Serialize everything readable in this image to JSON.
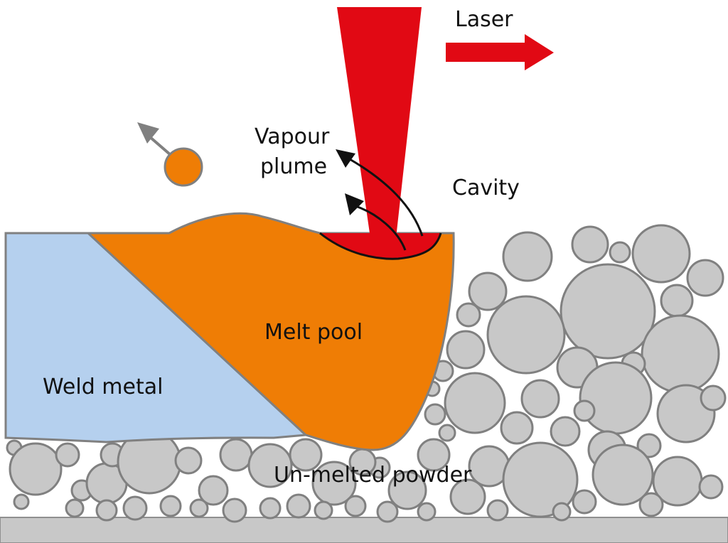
{
  "labels": {
    "laser": "Laser",
    "vapour_plume_line1": "Vapour",
    "vapour_plume_line2": "plume",
    "cavity": "Cavity",
    "melt_pool": "Melt pool",
    "weld_metal": "Weld metal",
    "unmelted_powder": "Un-melted powder"
  },
  "colors": {
    "laser": "#e10914",
    "melt_pool": "#ef7d05",
    "weld_metal": "#b5d0ee",
    "powder_fill": "#c8c8c8",
    "outline": "#808080",
    "substrate": "#c8c8c8",
    "spatter_arrow": "#808080",
    "plume_arrow": "#111111"
  },
  "icons": {
    "travel_direction": "right-arrow-icon",
    "spatter_direction": "up-left-arrow-icon",
    "plume_flow": "curved-arrow-icon"
  }
}
